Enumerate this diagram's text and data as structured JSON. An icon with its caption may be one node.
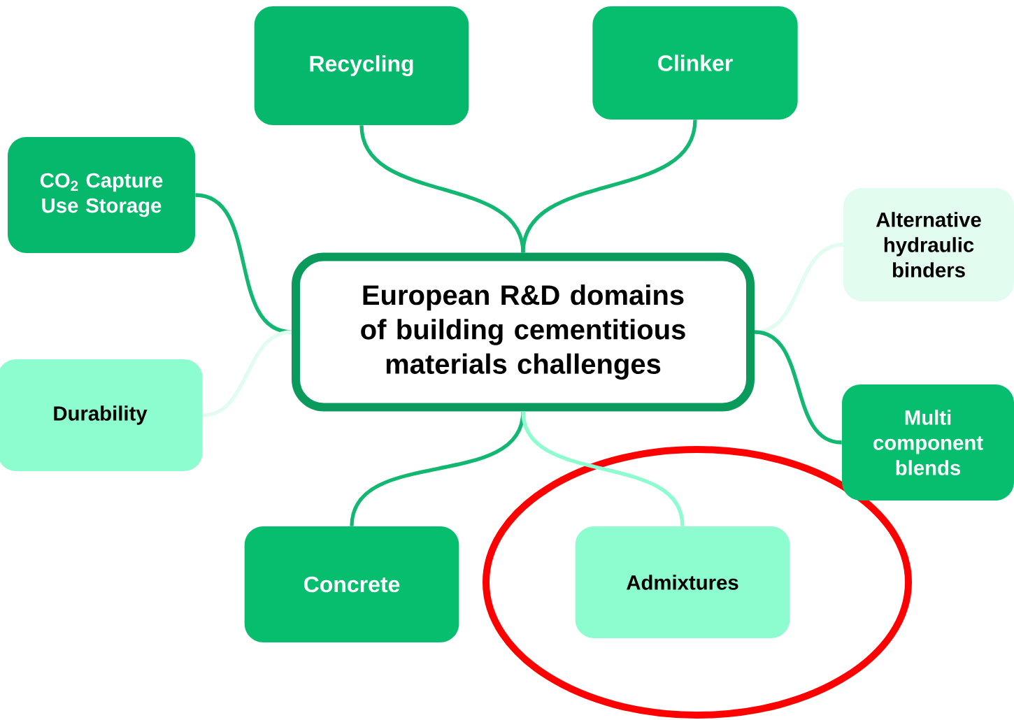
{
  "diagram": {
    "nodes": [
      {
        "text": [
          "European R&D domains of building cementitious materials challenges"
        ]
      },
      {
        "text": [
          "Recycling"
        ]
      },
      {
        "text": [
          "Clinker"
        ]
      },
      {
        "text": [
          "CO$_{2}$ Capture Use Storage"
        ]
      },
      {
        "text": [
          "Alternative hydraulic binders"
        ]
      },
      {
        "text": [
          "Durability"
        ]
      },
      {
        "text": [
          "Multi component blends"
        ]
      },
      {
        "text": [
          "Concrete"
        ]
      },
      {
        "text": [
          "Admixtures"
        ]
      }
    ],
    "edges": [
      {
        "from": 0,
        "to": 1,
        "arrow": "none"
      },
      {
        "from": 0,
        "to": 2,
        "arrow": "none"
      },
      {
        "from": 0,
        "to": 3,
        "arrow": "none"
      },
      {
        "from": 0,
        "to": 4,
        "arrow": "none",
        "color": "#e3fcf0"
      },
      {
        "from": 0,
        "to": 5,
        "arrow": "none",
        "color": "#e3fcf0"
      },
      {
        "from": 0,
        "to": 6,
        "arrow": "none"
      },
      {
        "from": 0,
        "to": 7,
        "arrow": "none"
      },
      {
        "from": 0,
        "to": 8,
        "arrow": "none",
        "color": "#8dfccf"
      }
    ]
  }
}
